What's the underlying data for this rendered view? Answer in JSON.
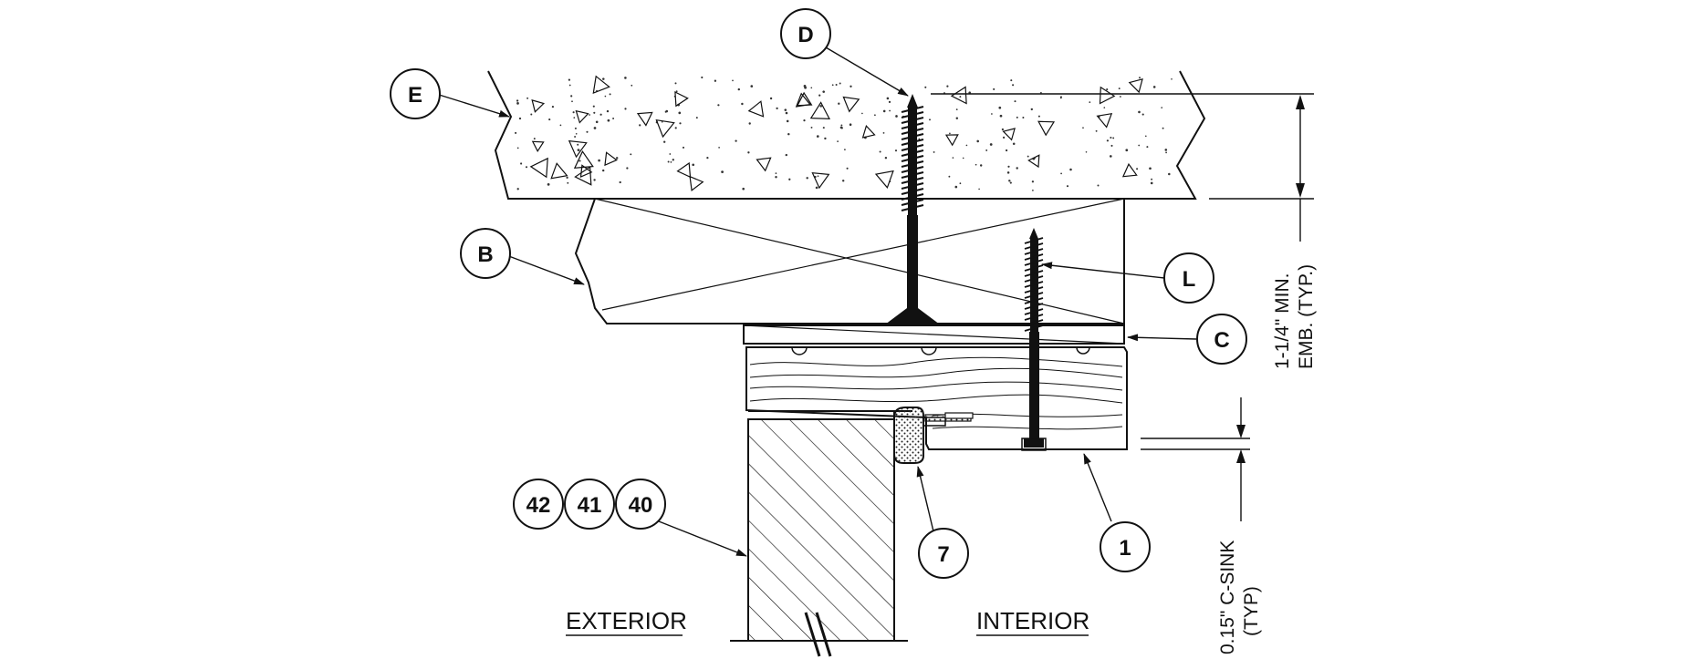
{
  "callouts": {
    "d": "D",
    "e": "E",
    "b": "B",
    "l": "L",
    "c": "C",
    "seven": "7",
    "one": "1",
    "forty_two": "42",
    "forty_one": "41",
    "forty": "40"
  },
  "labels": {
    "exterior": "EXTERIOR",
    "interior": "INTERIOR"
  },
  "dimensions": {
    "embedment_line1": "1-1/4\" MIN.",
    "embedment_line2": "EMB. (TYP.)",
    "csink_line1": "0.15\" C-SINK",
    "csink_line2": "(TYP)"
  },
  "colors": {
    "line": "#111111",
    "screw": "#111111",
    "stipple": "#333333"
  }
}
